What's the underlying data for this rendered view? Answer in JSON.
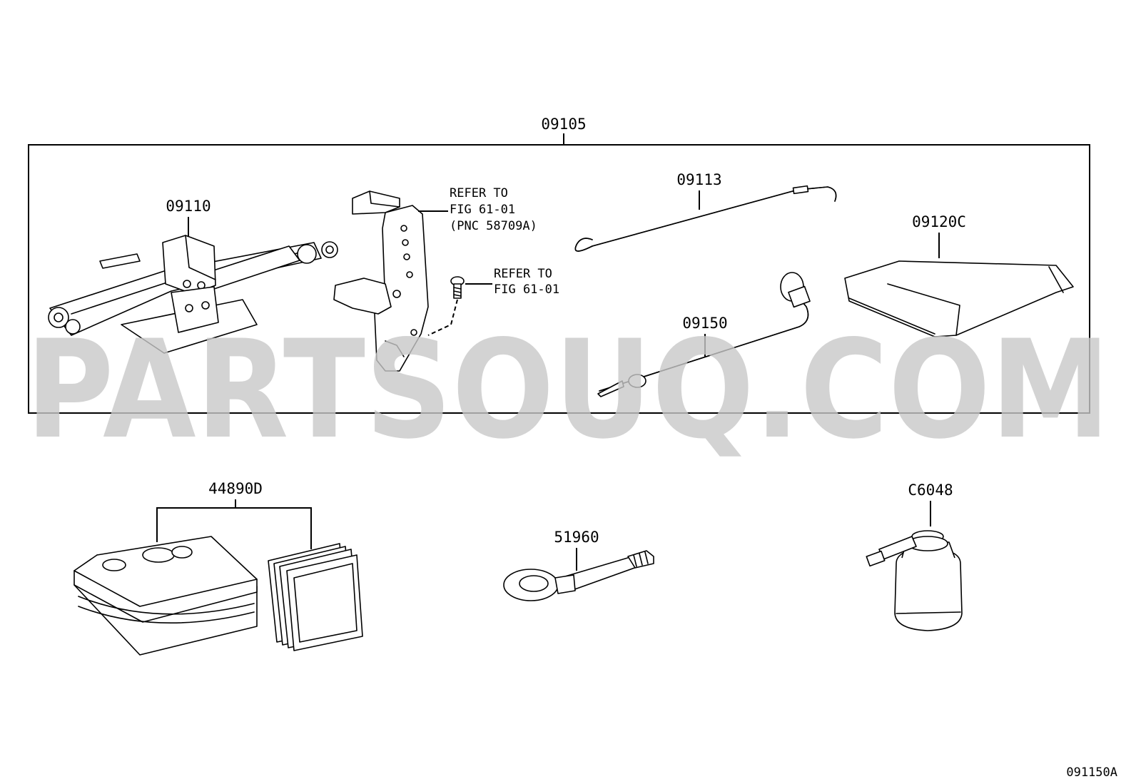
{
  "diagram": {
    "watermark": "PARTSOUQ.COM",
    "figure_code": "091150A",
    "group_label": "09105",
    "parts": {
      "jack": "09110",
      "jack_handle": "09113",
      "cover": "09120C",
      "wrench": "09150",
      "repair_kit": "44890D",
      "towing_hook": "51960",
      "sealant_bottle": "C6048"
    },
    "bracket_ref": {
      "line1": "REFER TO",
      "line2": "FIG 61-01",
      "line3": "(PNC 58709A)"
    },
    "bolt_ref": {
      "line1": "REFER TO",
      "line2": "FIG 61-01"
    }
  }
}
